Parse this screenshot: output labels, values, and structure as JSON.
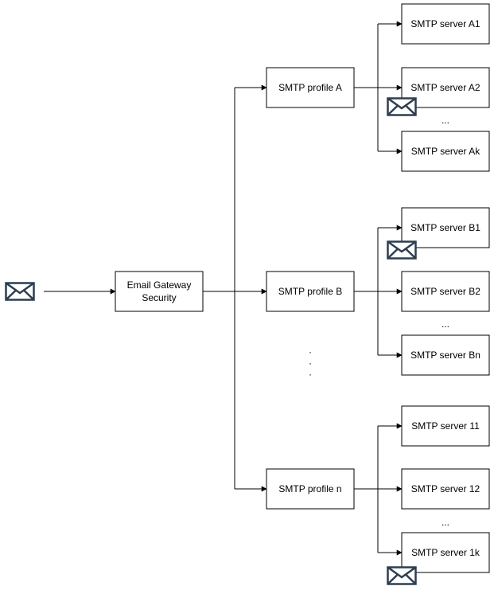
{
  "gateway": {
    "label_line1": "Email Gateway",
    "label_line2": "Security"
  },
  "profiles": [
    {
      "label": "SMTP profile A",
      "servers": [
        "SMTP server A1",
        "SMTP server A2",
        "SMTP server Ak"
      ]
    },
    {
      "label": "SMTP profile B",
      "servers": [
        "SMTP server B1",
        "SMTP server B2",
        "SMTP server Bn"
      ]
    },
    {
      "label": "SMTP profile n",
      "servers": [
        "SMTP server 11",
        "SMTP server 12",
        "SMTP server 1k"
      ]
    }
  ],
  "ellipsis": "...",
  "vertical_ellipsis": [
    "·",
    "·",
    "·"
  ],
  "colors": {
    "line": "#000000",
    "box_border": "#000000",
    "envelope": "#2d3e50"
  },
  "icons": {
    "envelope": "envelope-icon"
  }
}
